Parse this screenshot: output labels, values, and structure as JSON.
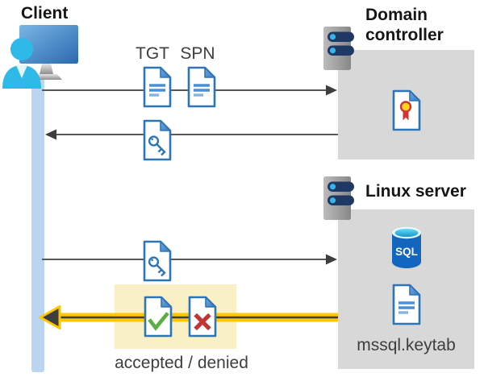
{
  "labels": {
    "client": "Client",
    "tgt": "TGT",
    "spn": "SPN",
    "domain_controller": "Domain controller",
    "linux_server": "Linux server",
    "sql": "SQL",
    "keytab_file": "mssql.keytab",
    "result": "accepted / denied"
  },
  "colors": {
    "doc_border_blue": "#2E75B7",
    "doc_line_blue": "#4A90D9",
    "timeline_light_blue": "#B9D5F1",
    "box_gray": "#D8D8D8",
    "highlight_yellow_box": "#FAF0C6",
    "arrow_gray": "#58595B",
    "arrow_yellow": "#FFC700",
    "check_green": "#5CAE43",
    "deny_red": "#C23535",
    "cert_badge_yellow": "#FFD21C",
    "cert_badge_red": "#D13438",
    "sql_body_blue": "#1266BE",
    "server_bar_navy": "#1F3864",
    "server_dot_cyan": "#35B6E8",
    "person_cyan": "#2FB9E9"
  }
}
